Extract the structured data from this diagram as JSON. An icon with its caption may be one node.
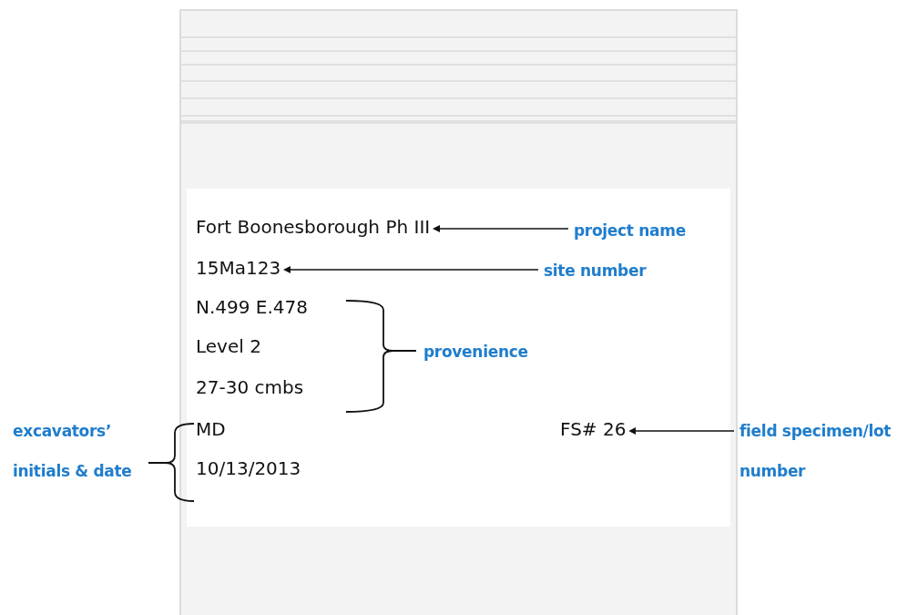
{
  "diagram": {
    "nodes": [
      {
        "text": [],
        "shape": "box"
      },
      {
        "text": [
          "Fort Boonesborough Ph III"
        ],
        "in": 0
      },
      {
        "text": [
          "project name"
        ],
        "in": 0
      },
      {
        "text": [
          "15Ma123"
        ],
        "in": 0
      },
      {
        "text": [
          "site number"
        ],
        "in": 0
      },
      {
        "text": [
          "N.499 E.478"
        ],
        "in": 0
      },
      {
        "text": [
          "Level 2"
        ],
        "in": 0
      },
      {
        "text": [
          "27-30 cmbs"
        ],
        "in": 0
      },
      {
        "text": [
          "MD"
        ],
        "in": 0
      },
      {
        "text": [
          "10/13/2013"
        ],
        "in": 0
      },
      {
        "text": [
          "FS# 26"
        ],
        "in": 0
      },
      {
        "text": [
          "field specimen/lot number"
        ]
      }
    ],
    "edges": [
      {
        "from": 2,
        "to": 1,
        "arrow": "to"
      },
      {
        "from": 4,
        "to": 3,
        "arrow": "to"
      },
      {
        "from": 11,
        "to": 10,
        "arrow": "to"
      }
    ],
    "labels": [
      "provenience",
      "excavators’ initials & date"
    ]
  }
}
